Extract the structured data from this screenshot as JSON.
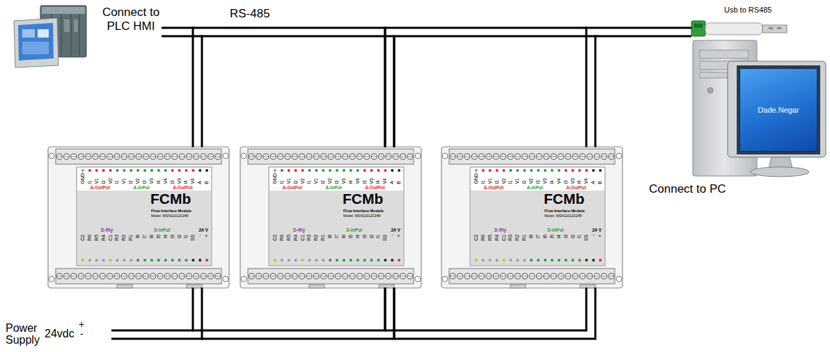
{
  "diagram": {
    "nodes": [
      {
        "text": [
          "FCMb",
          "Flow Interface Module",
          "Model: WSN11012024R"
        ]
      },
      {
        "text": [
          "FCMb",
          "Flow Interface Module",
          "Model: WSN11012024R"
        ]
      },
      {
        "text": [
          "FCMb",
          "Flow Interface Module",
          "Model: WSN11012024R"
        ]
      },
      {
        "text": [
          "Dade.Negar"
        ]
      }
    ],
    "edges": [
      {
        "from": 0,
        "to": 1,
        "arrow": "none"
      },
      {
        "from": 1,
        "to": 2,
        "arrow": "none"
      },
      {
        "from": 0,
        "to": 1,
        "arrow": "none"
      },
      {
        "from": 1,
        "to": 2,
        "arrow": "none"
      }
    ],
    "labels": [
      "Connect to PLC HMI",
      "RS-485",
      "Usb to RS485",
      "Connect to PC",
      "Power Supply",
      "24vdc",
      "+",
      "-",
      "GND",
      "I1",
      "V1",
      "I2",
      "V2",
      "A-OutPut",
      "I1",
      "V1",
      "I2",
      "V2",
      "I3",
      "V3",
      "I4",
      "V4",
      "A-InPut",
      "I3",
      "V3",
      "I4",
      "V4",
      "A-OutPut",
      "A",
      "B",
      "D-Rly",
      "C2",
      "R6",
      "R5",
      "R4",
      "C1",
      "R3",
      "R2",
      "R1",
      "D-InPut",
      "I8",
      "I7",
      "I6",
      "I5",
      "I4",
      "I3",
      "I2",
      "I1",
      "SS",
      "24 V",
      "-",
      "+",
      "GND",
      "I1",
      "V1",
      "I2",
      "V2",
      "A-OutPut",
      "I1",
      "V1",
      "I2",
      "V2",
      "I3",
      "V3",
      "I4",
      "V4",
      "A-InPut",
      "I3",
      "V3",
      "I4",
      "V4",
      "A-OutPut",
      "A",
      "B",
      "D-Rly",
      "C2",
      "R6",
      "R5",
      "R4",
      "C1",
      "R3",
      "R2",
      "R1",
      "D-InPut",
      "I8",
      "I7",
      "I6",
      "I5",
      "I4",
      "I3",
      "I2",
      "I1",
      "SS",
      "24 V",
      "-",
      "+",
      "GND",
      "I1",
      "V1",
      "I2",
      "V2",
      "A-OutPut",
      "I1",
      "V1",
      "I2",
      "V2",
      "I3",
      "V3",
      "I4",
      "V4",
      "A-InPut",
      "I3",
      "V3",
      "I4",
      "V4",
      "A-OutPut",
      "A",
      "B",
      "D-Rly",
      "C2",
      "R6",
      "R5",
      "R4",
      "C1",
      "R3",
      "R2",
      "R1",
      "D-InPut",
      "I8",
      "I7",
      "I6",
      "I5",
      "I4",
      "I3",
      "I2",
      "I1",
      "SS",
      "24 V",
      "-",
      "+"
    ]
  }
}
